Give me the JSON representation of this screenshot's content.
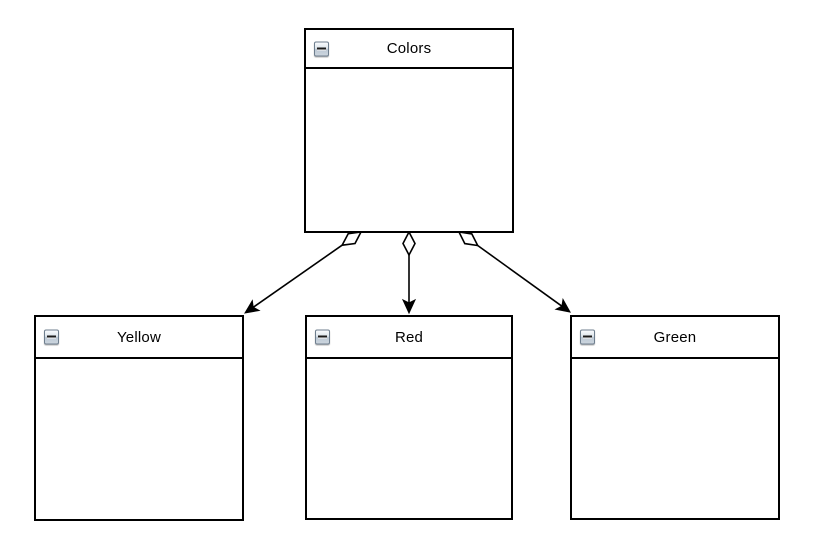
{
  "diagram": {
    "background_color": "#ffffff",
    "line_color": "#000000",
    "node_fill_color": "#ffffff",
    "node_border_color": "#000000",
    "text_color": "#000000",
    "nodes": [
      {
        "id": "colors",
        "label": "Colors",
        "collapse_icon": "minus-icon",
        "collapsed": false
      },
      {
        "id": "yellow",
        "label": "Yellow",
        "collapse_icon": "minus-icon",
        "collapsed": false
      },
      {
        "id": "red",
        "label": "Red",
        "collapse_icon": "minus-icon",
        "collapsed": false
      },
      {
        "id": "green",
        "label": "Green",
        "collapse_icon": "minus-icon",
        "collapsed": false
      }
    ],
    "edges": [
      {
        "from": "Colors",
        "to": "Yellow",
        "source_decoration": "hollow-diamond",
        "target_decoration": "filled-arrow"
      },
      {
        "from": "Colors",
        "to": "Red",
        "source_decoration": "hollow-diamond",
        "target_decoration": "filled-arrow"
      },
      {
        "from": "Colors",
        "to": "Green",
        "source_decoration": "hollow-diamond",
        "target_decoration": "filled-arrow"
      }
    ]
  }
}
